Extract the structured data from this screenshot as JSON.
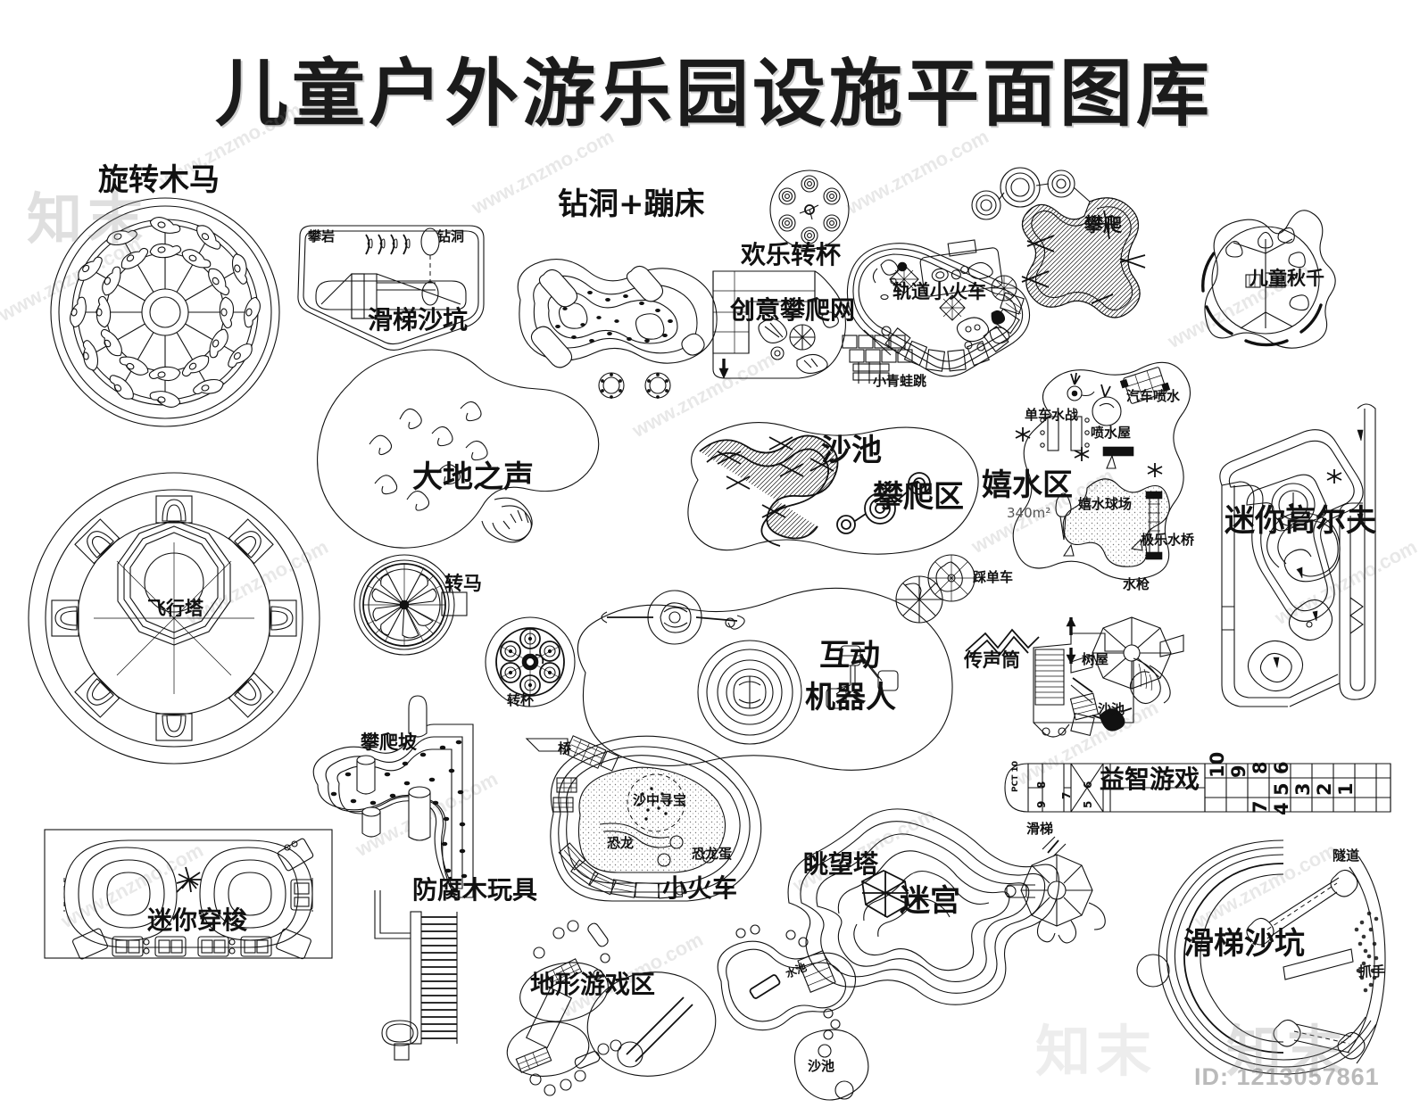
{
  "document": {
    "title": "儿童户外游乐园设施平面图库",
    "id_watermark": "ID: 1213057861",
    "site_watermark": "www.znzmo.com",
    "brand_watermark": "知末"
  },
  "labels": {
    "carousel": "旋转木马",
    "rock_climb": "攀岩",
    "tunnel_hole": "钻洞",
    "slide_sandpit_top": "滑梯沙坑",
    "earth_sound": "大地之声",
    "tunnel_trampoline": "钻洞+蹦床",
    "happy_teacup": "欢乐转杯",
    "creative_climb_net": "创意攀爬网",
    "track_train": "轨道小火车",
    "little_frog_jump": "小青蛙跳",
    "climbing": "攀爬",
    "kids_swing": "儿童秋千",
    "flying_tower": "飞行塔",
    "sand_pool": "沙池",
    "climbing_area": "攀爬区",
    "water_play_area": "嬉水区",
    "water_play_area_size": "340m²",
    "bike_water_battle": "单车水战",
    "car_spray": "汽车喷水",
    "spray_house": "喷水屋",
    "water_ball_court": "嬉水球场",
    "happy_water_bridge": "极乐水桥",
    "pedal_bike": "踩单车",
    "water_gun": "水枪",
    "mini_golf": "迷你高尔夫",
    "rotating_horse": "转马",
    "teacup": "转杯",
    "interactive_robot_1": "互动",
    "interactive_robot_2": "机器人",
    "speaking_tube": "传声筒",
    "tree_house": "树屋",
    "sand_pool_tree": "沙池",
    "climbing_slope": "攀爬坡",
    "preserved_wood_toy": "防腐木玩具",
    "mini_shuttle": "迷你穿梭",
    "bridge": "桥",
    "sand_treasure": "沙中寻宝",
    "dinosaur": "恐龙",
    "dinosaur_egg": "恐龙蛋",
    "small_train": "小火车",
    "terrain_play_area": "地形游戏区",
    "water_pool_small": "水池",
    "sand_pool_small": "沙池",
    "watchtower": "眺望塔",
    "maze": "迷宫",
    "slide": "滑梯",
    "puzzle_game": "益智游戏",
    "hopscotch_mark": "PCT 10",
    "slide_sandpit_bottom": "滑梯沙坑",
    "tunnel_right": "隧道",
    "grab_handle": "抓手"
  },
  "hopscotch": {
    "numbers": [
      "1",
      "2",
      "3",
      "4",
      "5",
      "6",
      "7",
      "8",
      "9",
      "10"
    ]
  },
  "colors": {
    "line": "#111111",
    "title": "#1b1b1b",
    "title_shadow": "#cfcfcf",
    "background": "#ffffff",
    "watermark": "rgba(140,140,140,0.20)"
  }
}
